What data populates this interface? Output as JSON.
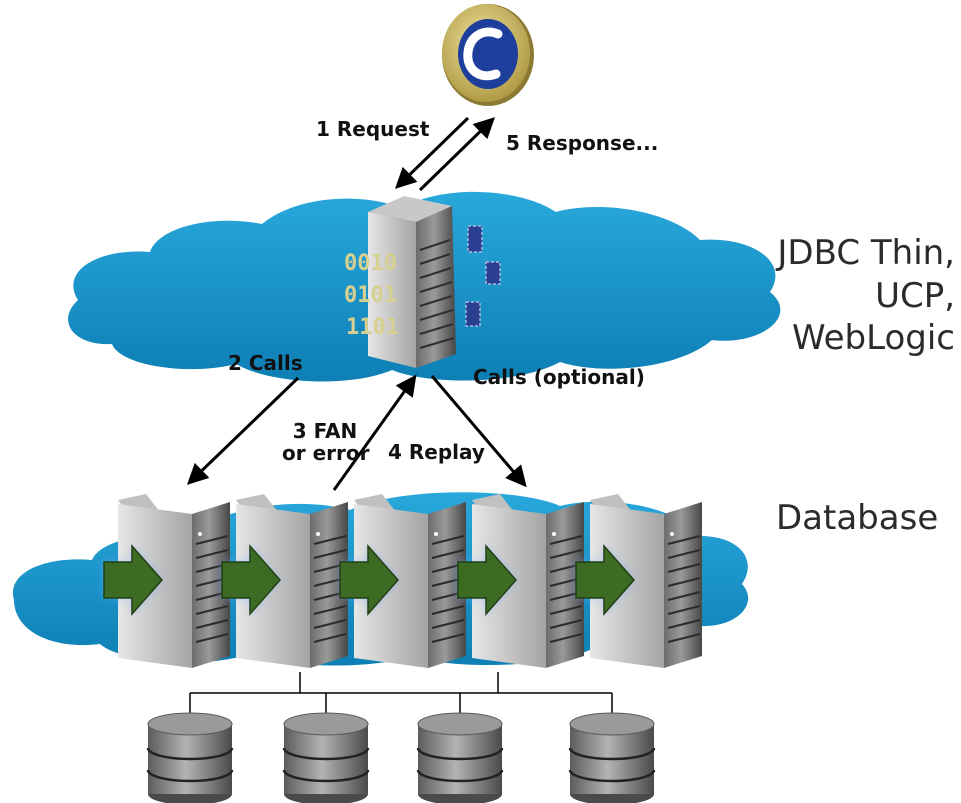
{
  "labels": {
    "request": "1 Request",
    "response": "5 Response...",
    "calls": "2 Calls",
    "fan_line1": "3 FAN",
    "fan_line2": "or error",
    "replay": "4 Replay",
    "calls_optional": "Calls (optional)"
  },
  "middle_tier": {
    "line1": "JDBC Thin,",
    "line2": "UCP,",
    "line3": "WebLogic",
    "binary": [
      "0010",
      "0101",
      "1101"
    ]
  },
  "database_tier": {
    "label": "Database",
    "server_count": 5,
    "disk_count": 4
  },
  "client": {
    "logo_letter": "C",
    "icon": "client-c-logo-icon"
  },
  "colors": {
    "cloud": "#1592c6",
    "cloud_dark": "#0f78a8",
    "server_light": "#d9d9d9",
    "server_dark": "#5a5a5a",
    "arrow_green": "#3c6b23",
    "binary_text": "#d8d090",
    "chip_blue": "#2a3f8f",
    "logo_gold": "#c9b35a",
    "logo_blue": "#1e3e9c"
  }
}
